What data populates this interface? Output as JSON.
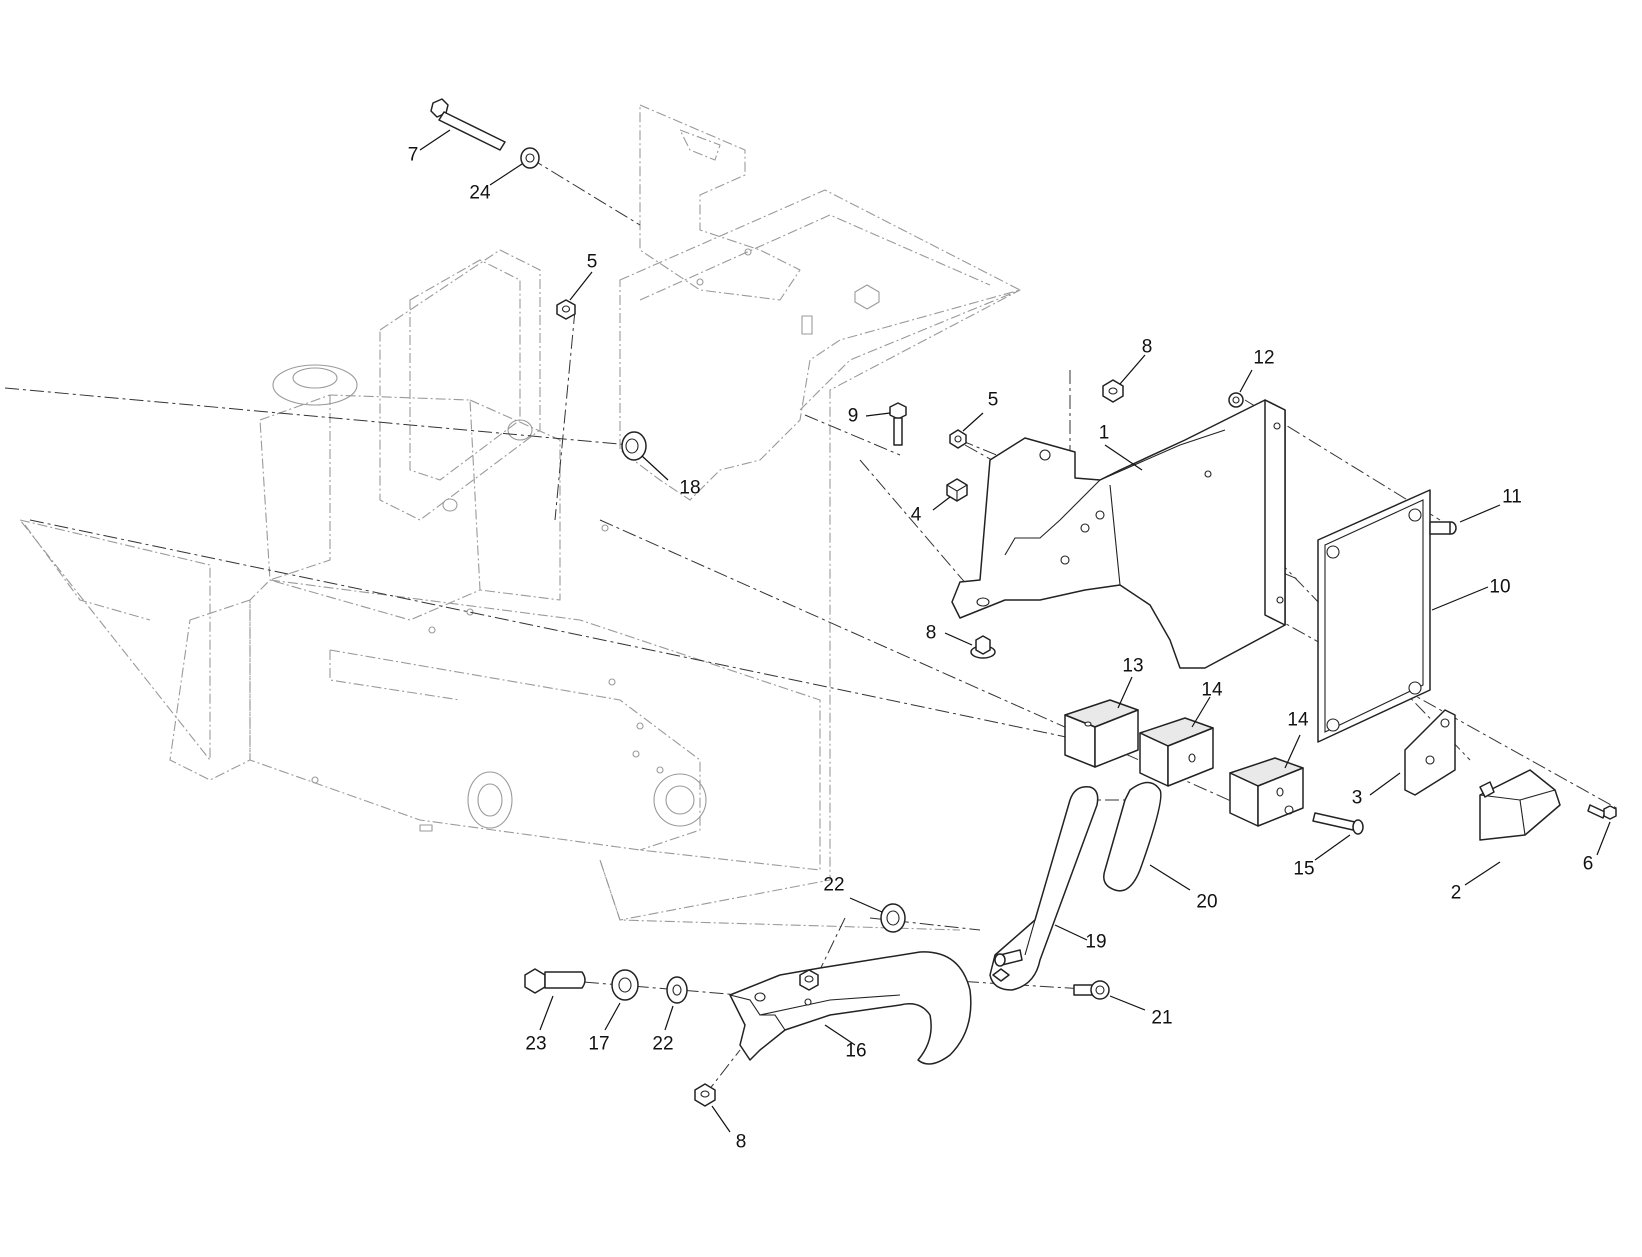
{
  "callouts": {
    "c1": "1",
    "c2": "2",
    "c3": "3",
    "c4": "4",
    "c5a": "5",
    "c5b": "5",
    "c6": "6",
    "c7": "7",
    "c8a": "8",
    "c8b": "8",
    "c8c": "8",
    "c9": "9",
    "c10": "10",
    "c11": "11",
    "c12": "12",
    "c13": "13",
    "c14a": "14",
    "c14b": "14",
    "c15": "15",
    "c16": "16",
    "c17": "17",
    "c18": "18",
    "c19": "19",
    "c20": "20",
    "c21": "21",
    "c22a": "22",
    "c22b": "22",
    "c23": "23",
    "c24": "24"
  }
}
